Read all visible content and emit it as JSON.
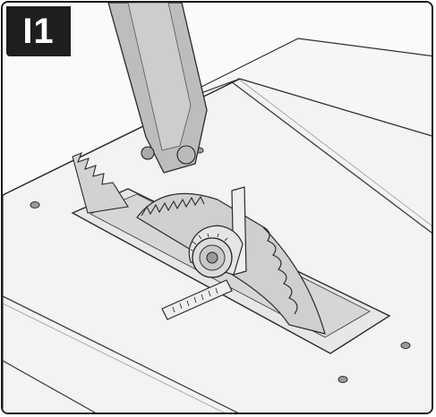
{
  "figure": {
    "label": "I1",
    "illustration_name": "table-saw-blade-angle-check",
    "colors": {
      "badge_bg": "#1e1e1e",
      "badge_text": "#ffffff",
      "line": "#333333",
      "table": "#f4f4f4",
      "blade": "#c9c9c9",
      "guard": "#b8b8b8"
    },
    "components": [
      "saw-table",
      "saw-blade",
      "blade-guard",
      "throat-plate",
      "angle-gauge",
      "table-screws"
    ]
  }
}
